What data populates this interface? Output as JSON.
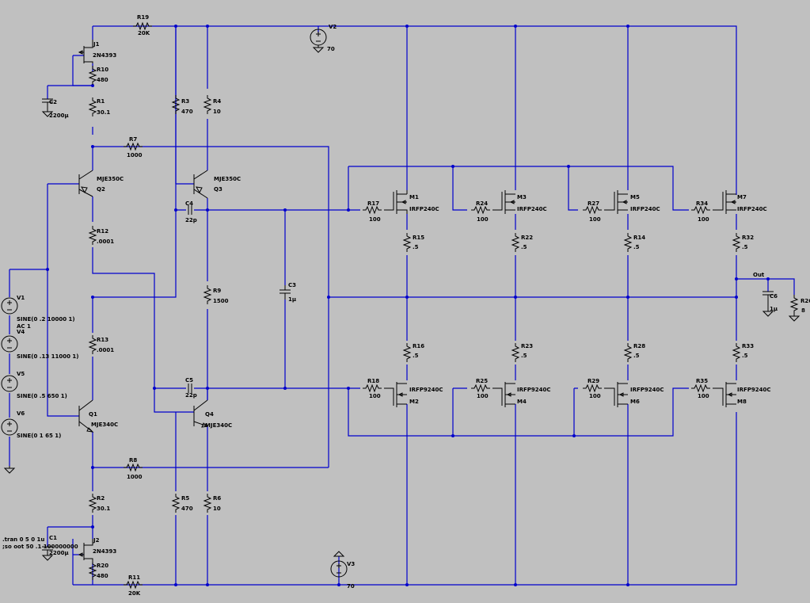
{
  "components": {
    "R19": {
      "name": "R19",
      "value": "20K"
    },
    "R10": {
      "name": "R10",
      "value": "480"
    },
    "R1": {
      "name": "R1",
      "value": "30.1"
    },
    "R3": {
      "name": "R3",
      "value": "470"
    },
    "R4": {
      "name": "R4",
      "value": "10"
    },
    "R7": {
      "name": "R7",
      "value": "1000"
    },
    "R12": {
      "name": "R12",
      "value": ".0001"
    },
    "R13": {
      "name": "R13",
      "value": ".0001"
    },
    "R9": {
      "name": "R9",
      "value": "1500"
    },
    "R8": {
      "name": "R8",
      "value": "1000"
    },
    "R2": {
      "name": "R2",
      "value": "30.1"
    },
    "R5": {
      "name": "R5",
      "value": "470"
    },
    "R6": {
      "name": "R6",
      "value": "10"
    },
    "R20": {
      "name": "R20",
      "value": "480"
    },
    "R11": {
      "name": "R11",
      "value": "20K"
    },
    "R17": {
      "name": "R17",
      "value": "100"
    },
    "R24": {
      "name": "R24",
      "value": "100"
    },
    "R27": {
      "name": "R27",
      "value": "100"
    },
    "R34": {
      "name": "R34",
      "value": "100"
    },
    "R18": {
      "name": "R18",
      "value": "100"
    },
    "R25": {
      "name": "R25",
      "value": "100"
    },
    "R29": {
      "name": "R29",
      "value": "100"
    },
    "R35": {
      "name": "R35",
      "value": "100"
    },
    "R15": {
      "name": "R15",
      "value": ".5"
    },
    "R22": {
      "name": "R22",
      "value": ".5"
    },
    "R14": {
      "name": "R14",
      "value": ".5"
    },
    "R32": {
      "name": "R32",
      "value": ".5"
    },
    "R16": {
      "name": "R16",
      "value": ".5"
    },
    "R23": {
      "name": "R23",
      "value": ".5"
    },
    "R28": {
      "name": "R28",
      "value": ".5"
    },
    "R33": {
      "name": "R33",
      "value": ".5"
    },
    "R26": {
      "name": "R26",
      "value": "8"
    },
    "C2": {
      "name": "C2",
      "value": "2200µ"
    },
    "C1": {
      "name": "C1",
      "value": "2200µ"
    },
    "C3": {
      "name": "C3",
      "value": "1µ"
    },
    "C4": {
      "name": "C4",
      "value": "22p"
    },
    "C5": {
      "name": "C5",
      "value": "22p"
    },
    "C6": {
      "name": "C6",
      "value": "1µ"
    },
    "J1": {
      "name": "J1",
      "value": "2N4393"
    },
    "J2": {
      "name": "J2",
      "value": "2N4393"
    },
    "Q1": {
      "name": "Q1",
      "value": "MJE340C"
    },
    "Q2": {
      "name": "Q2",
      "value": "MJE350C"
    },
    "Q3": {
      "name": "Q3",
      "value": "MJE350C"
    },
    "Q4": {
      "name": "Q4",
      "value": "MJE340C"
    },
    "M1": {
      "name": "M1",
      "value": "IRFP240C"
    },
    "M3": {
      "name": "M3",
      "value": "IRFP240C"
    },
    "M5": {
      "name": "M5",
      "value": "IRFP240C"
    },
    "M7": {
      "name": "M7",
      "value": "IRFP240C"
    },
    "M2": {
      "name": "M2",
      "value": "IRFP9240C"
    },
    "M4": {
      "name": "M4",
      "value": "IRFP9240C"
    },
    "M6": {
      "name": "M6",
      "value": "IRFP9240C"
    },
    "M8": {
      "name": "M8",
      "value": "IRFP9240C"
    },
    "V1": {
      "name": "V1",
      "value": "SINE(0 .2 10000 1)",
      "extra": "AC 1"
    },
    "V4": {
      "name": "V4",
      "value": "SINE(0 .13 11000 1)"
    },
    "V5": {
      "name": "V5",
      "value": "SINE(0 .5 650 1)"
    },
    "V6": {
      "name": "V6",
      "value": "SINE(0 1 65 1)"
    },
    "V2": {
      "name": "V2",
      "value": "70"
    },
    "V3": {
      "name": "V3",
      "value": "70"
    }
  },
  "net_label_out": "Out",
  "directives": {
    "tran": ".tran 0 5 0 1u",
    "four": ";so oot 50 .1 100000000"
  }
}
